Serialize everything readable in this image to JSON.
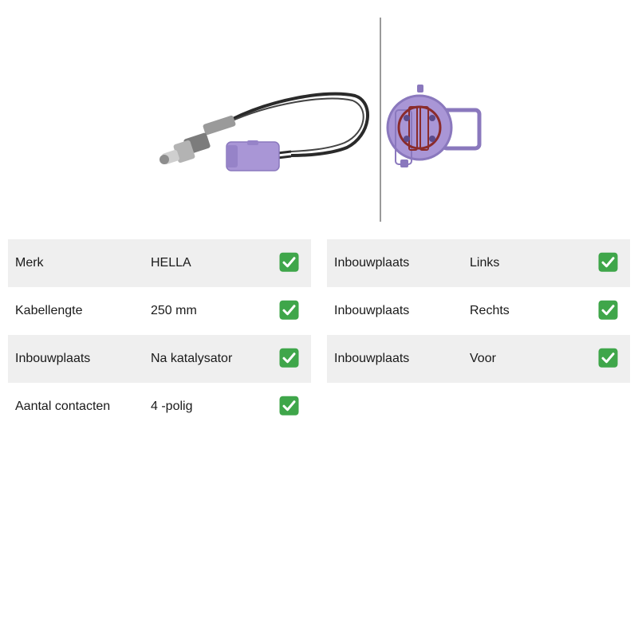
{
  "colors": {
    "row_shade": "#efefef",
    "check_green": "#3fa64a",
    "connector_purple": "#a996d6",
    "cable_black": "#2a2a2a"
  },
  "images": {
    "product_photo_icon": "oxygen-sensor-image",
    "connector_photo_icon": "connector-pinout-image"
  },
  "specs_left": [
    {
      "label": "Merk",
      "value": "HELLA",
      "check_icon": "check-mark-icon"
    },
    {
      "label": "Kabellengte",
      "value": "250 mm",
      "check_icon": "check-mark-icon"
    },
    {
      "label": "Inbouwplaats",
      "value": "Na katalysator",
      "check_icon": "check-mark-icon"
    },
    {
      "label": "Aantal contacten",
      "value": "4 -polig",
      "check_icon": "check-mark-icon"
    }
  ],
  "specs_right": [
    {
      "label": "Inbouwplaats",
      "value": "Links",
      "check_icon": "check-mark-icon"
    },
    {
      "label": "Inbouwplaats",
      "value": "Rechts",
      "check_icon": "check-mark-icon"
    },
    {
      "label": "Inbouwplaats",
      "value": "Voor",
      "check_icon": "check-mark-icon"
    }
  ]
}
